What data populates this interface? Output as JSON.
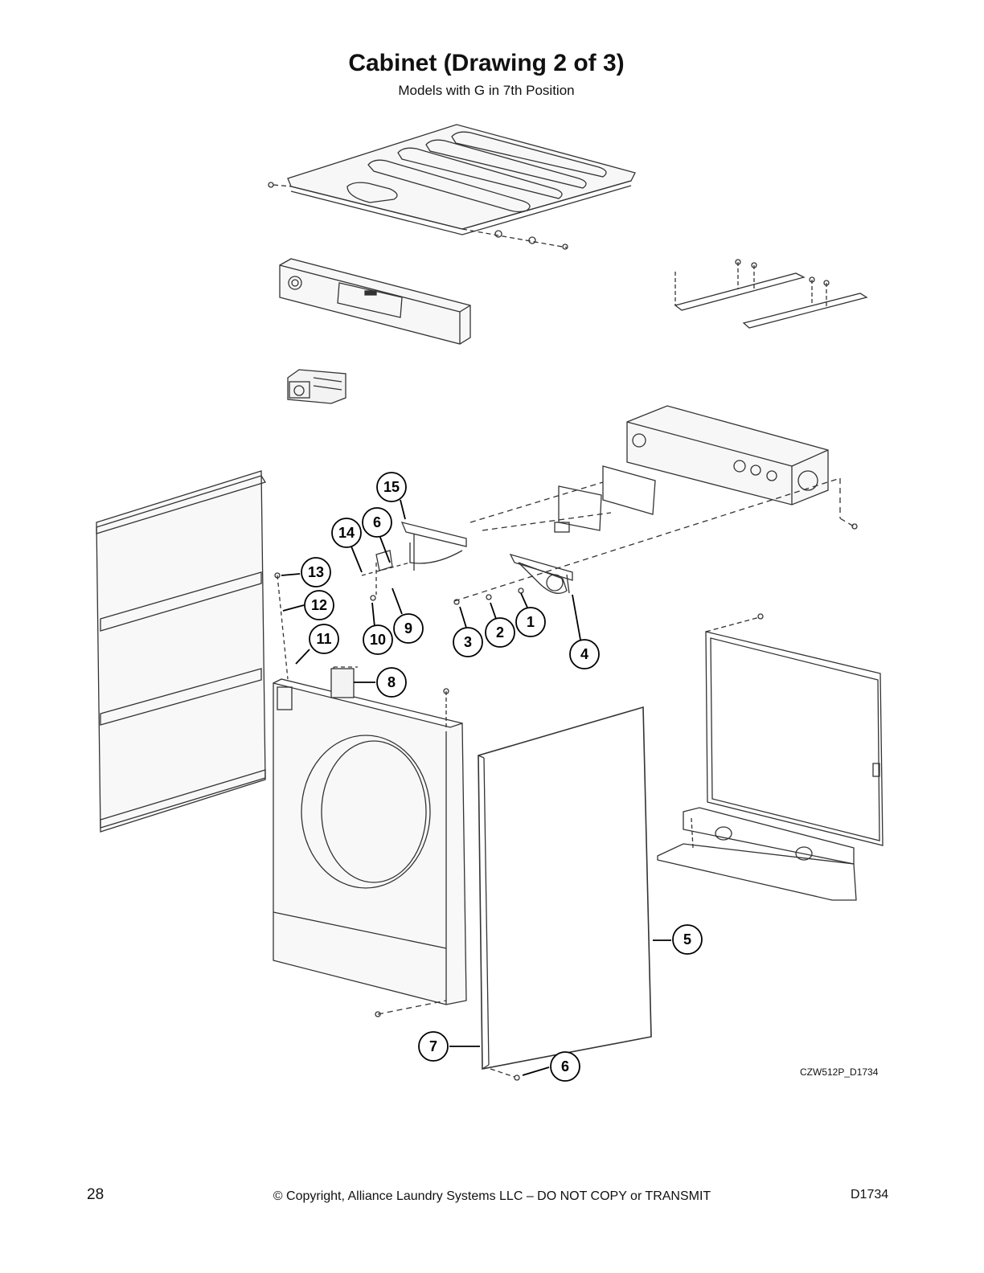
{
  "header": {
    "title": "Cabinet (Drawing 2 of 3)",
    "subtitle": "Models with G in 7th Position"
  },
  "diagram": {
    "callouts": [
      "15",
      "6",
      "14",
      "13",
      "12",
      "11",
      "10",
      "9",
      "3",
      "2",
      "1",
      "4",
      "8",
      "5",
      "7",
      "6"
    ],
    "drawing_id": "CZW512P_D1734"
  },
  "footer": {
    "page_number": "28",
    "copyright": "© Copyright, Alliance Laundry Systems LLC – DO NOT COPY or TRANSMIT",
    "doc_id": "D1734"
  }
}
